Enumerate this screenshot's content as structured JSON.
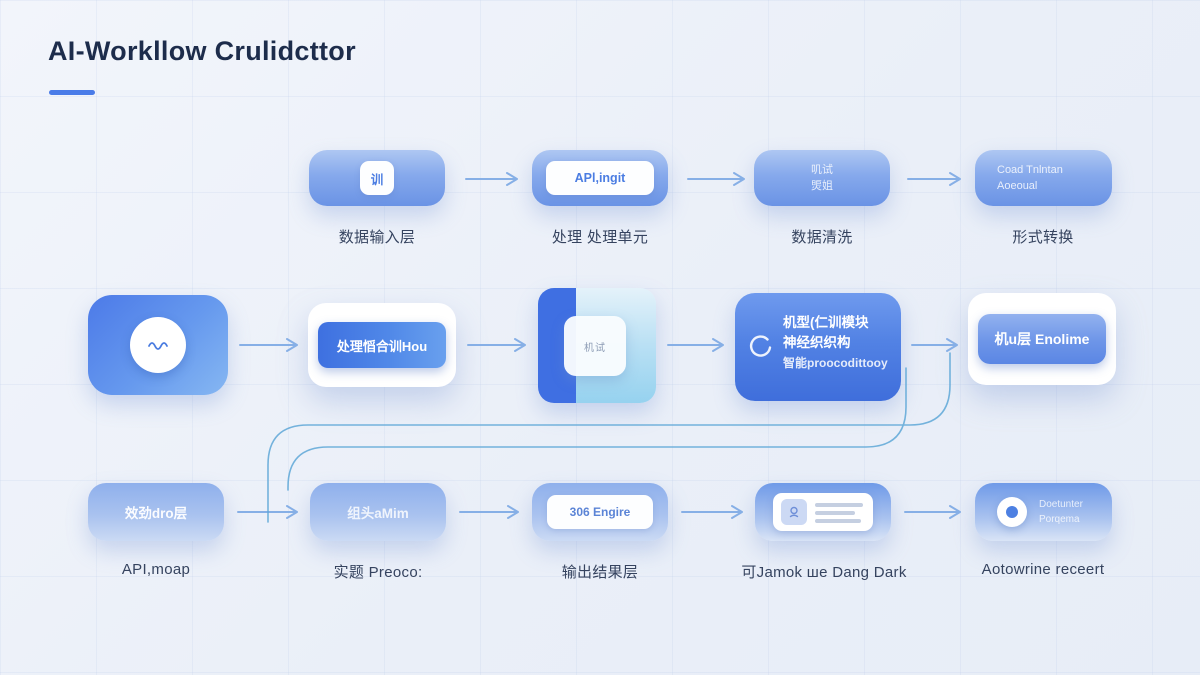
{
  "title": "AI-Workllow Crulidcttor",
  "colors": {
    "accent": "#4a7ce8",
    "title_text": "#1d2c4b",
    "label_text": "#35435f",
    "arrow": "#86afe6",
    "feedback_line": "#5fa8d8",
    "node_blue_top": "#aec7f2",
    "node_blue_bottom": "#6a93e5"
  },
  "icons": {
    "row1_node1": "badge-icon",
    "row2_node1": "wave-icon",
    "row2_node4": "spinner-icon",
    "row3_node4": "profile-card-icon",
    "row3_node5": "record-dot-icon"
  },
  "row1": {
    "nodes": [
      {
        "badge": "训",
        "label": "数据输入层"
      },
      {
        "pill": "APl,ingit",
        "label": "处理 处理单元"
      },
      {
        "line1": "叽试",
        "line2": "煚姐",
        "label": "数据清洗"
      },
      {
        "line1": "Coad Tnlntan",
        "line2": "Aoeoual",
        "label": "形式转换"
      }
    ]
  },
  "row2": {
    "nodes": [
      {
        "name": "input-source"
      },
      {
        "pill": "处理慆合训Hou"
      },
      {
        "inner": "机试"
      },
      {
        "line1": "机型(仁训模块",
        "line2": "神经织织构",
        "line3": "智能proocodittooy"
      },
      {
        "pill": "机u层 Enolime"
      }
    ]
  },
  "row3": {
    "nodes": [
      {
        "text": "效劲dro层",
        "label": "API,moap"
      },
      {
        "text": "组头aMim",
        "label": "实题 Preoco:"
      },
      {
        "pill": "306 Engire",
        "label": "输出结果层"
      },
      {
        "label": "可Jamok шe Dang Dark"
      },
      {
        "line1": "Doetunter",
        "line2": "Porqema",
        "label": "Aotowrine receert"
      }
    ]
  }
}
